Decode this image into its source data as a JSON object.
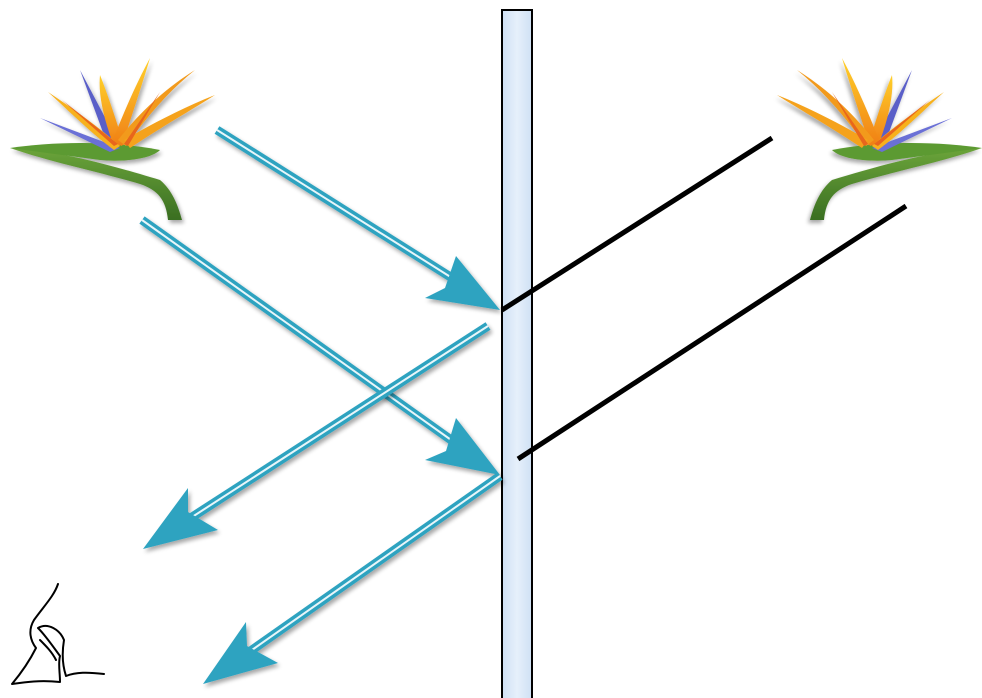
{
  "diagram": {
    "kind": "plane-mirror-reflection",
    "objects": [
      {
        "id": "real-flower",
        "role": "object",
        "icon": "bird-of-paradise-flower-icon"
      },
      {
        "id": "virtual-flower",
        "role": "mirror-image",
        "icon": "bird-of-paradise-flower-icon"
      }
    ],
    "mirror": {
      "icon": "mirror-icon"
    },
    "rays": {
      "incident_count": 2,
      "reflected_count": 2,
      "extension_count": 2
    },
    "colors": {
      "ray": "#2fa3c0",
      "ray_highlight": "#e8f6fa",
      "mirror_fill": "#d8e8f8",
      "mirror_edge": "#000000",
      "extension_line": "#000000",
      "petal_orange": "#f5a21a",
      "petal_red": "#e8661c",
      "sepal_blue": "#6b6fd6",
      "stem_green": "#4f8a2c"
    }
  }
}
